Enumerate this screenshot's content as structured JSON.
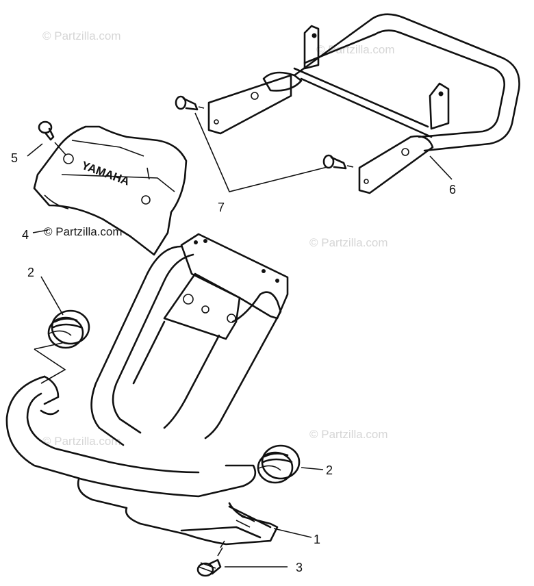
{
  "watermarks": [
    "© Partzilla.com",
    "© Partzilla.com",
    "© Partzilla.com",
    "© Partzilla.com",
    "© Partzilla.com",
    "© Partzilla.com"
  ],
  "cover_brand_text": "YAMAHA",
  "callouts": {
    "bumper": "1",
    "grommet_left": "2",
    "grommet_right": "2",
    "bolt_bottom": "3",
    "cover": "4",
    "bolt_cover": "5",
    "rear_bar": "6",
    "bolts_bar": "7"
  }
}
